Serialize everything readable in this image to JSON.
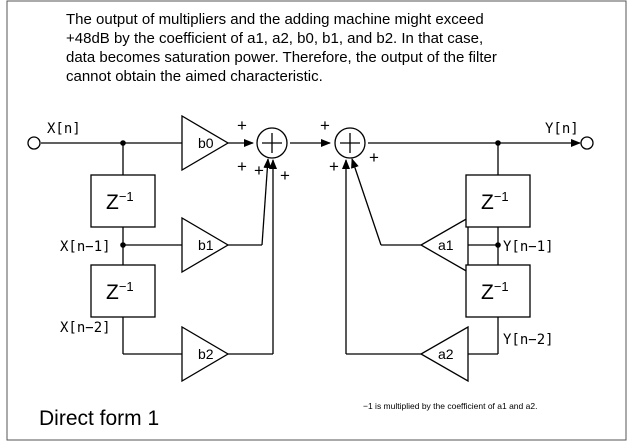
{
  "note": {
    "text": "The output of multipliers and the adding machine might exceed\n+48dB by the coefficient of a1, a2, b0, b1, and b2. In that case,\ndata becomes saturation power. Therefore, the output of the filter\ncannot obtain the aimed characteristic."
  },
  "signals": {
    "x_n": "X[n]",
    "x_n1": "X[n−1]",
    "x_n2": "X[n−2]",
    "y_n": "Y[n]",
    "y_n1": "Y[n−1]",
    "y_n2": "Y[n−2]"
  },
  "multipliers": {
    "b0": "b0",
    "b1": "b1",
    "b2": "b2",
    "a1": "a1",
    "a2": "a2"
  },
  "delay": {
    "base": "Z",
    "exponent": "−1"
  },
  "sign": "+",
  "footnote": "−1 is multiplied by the coefficient of a1 and a2.",
  "caption": "Direct form 1",
  "colors": {
    "frame": "#555555",
    "line": "#000000",
    "background": "#ffffff"
  }
}
